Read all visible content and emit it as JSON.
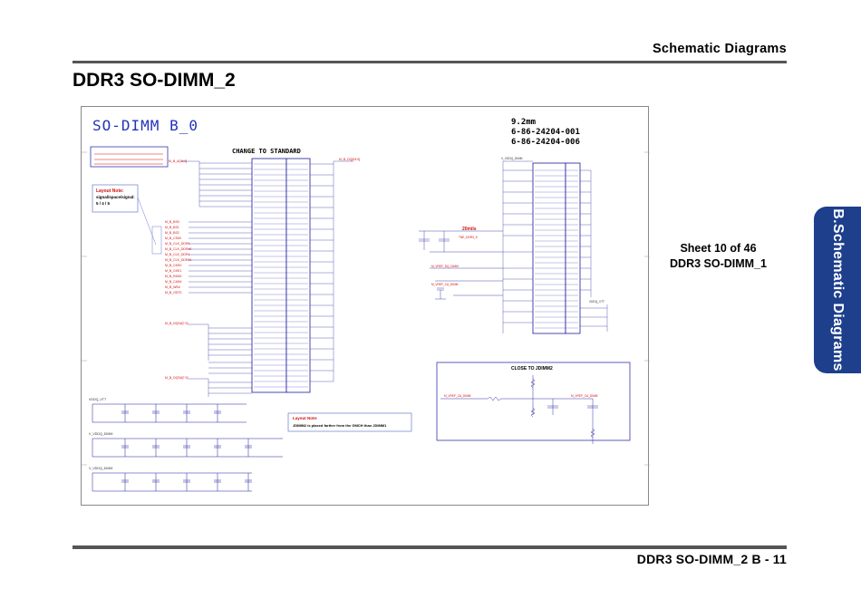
{
  "header": {
    "section": "Schematic  Diagrams"
  },
  "page": {
    "title": "DDR3 SO-DIMM_2"
  },
  "side_tab": {
    "label": "B.Schematic Diagrams"
  },
  "sheet_ref": {
    "line1": "Sheet 10 of 46",
    "line2": "DDR3 SO-DIMM_1"
  },
  "footer": {
    "text": "DDR3 SO-DIMM_2  B  -  11"
  },
  "schematic": {
    "title": "SO-DIMM B_0",
    "heading": "CHANGE TO STANDARD",
    "info": [
      "9.2mm",
      "6-86-24204-001",
      "6-86-24204-006"
    ],
    "layout_note_1": {
      "title": "Layout Note:",
      "l1": "signal/space/signal:",
      "l2": "5 / 4 / 5"
    },
    "layout_note_2": {
      "title": "Layout Note:",
      "l1": "JDIMM2 is placed farther from the GMCH than JDIMM1"
    },
    "close_to": "CLOSE TO JDIMM2",
    "rail_20mils": "20mils",
    "rails": [
      "VDDQ_VTT",
      "V_VDDQ_DIMM",
      "V_VDDQ_DIMM"
    ],
    "colors": {
      "red": "#d01010",
      "blue": "#1a1aa0",
      "title_blue": "#2233bb",
      "ink": "#333333"
    }
  }
}
